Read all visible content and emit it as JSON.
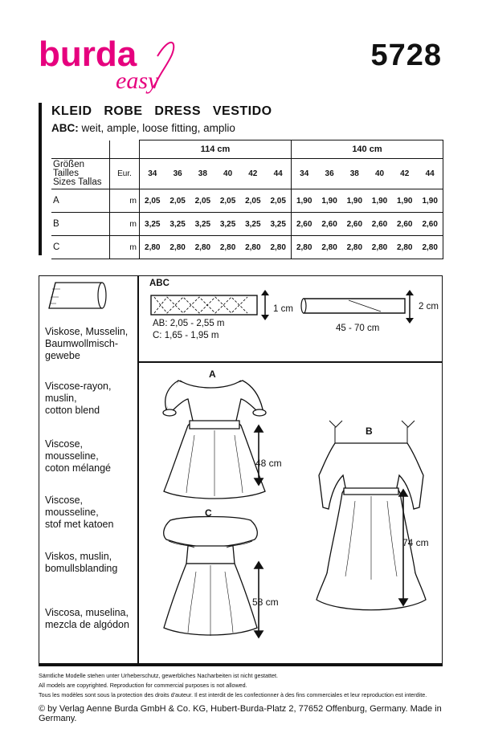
{
  "header": {
    "brand": "burda",
    "brand_sub": "easy",
    "pattern_number": "5728",
    "title": "KLEID   ROBE   DRESS   VESTIDO",
    "fit_label": "ABC:",
    "fit_text": "weit, ample, loose fitting, amplio"
  },
  "table": {
    "width_headers": [
      "114 cm",
      "140 cm"
    ],
    "size_label_lines": [
      "Größen Tailles",
      "Sizes  Tallas"
    ],
    "eur_label": "Eur.",
    "sizes": [
      "34",
      "36",
      "38",
      "40",
      "42",
      "44",
      "34",
      "36",
      "38",
      "40",
      "42",
      "44"
    ],
    "rows": [
      {
        "label": "A",
        "unit": "m",
        "values": [
          "2,05",
          "2,05",
          "2,05",
          "2,05",
          "2,05",
          "2,05",
          "1,90",
          "1,90",
          "1,90",
          "1,90",
          "1,90",
          "1,90"
        ]
      },
      {
        "label": "B",
        "unit": "m",
        "values": [
          "3,25",
          "3,25",
          "3,25",
          "3,25",
          "3,25",
          "3,25",
          "2,60",
          "2,60",
          "2,60",
          "2,60",
          "2,60",
          "2,60"
        ]
      },
      {
        "label": "C",
        "unit": "m",
        "values": [
          "2,80",
          "2,80",
          "2,80",
          "2,80",
          "2,80",
          "2,80",
          "2,80",
          "2,80",
          "2,80",
          "2,80",
          "2,80",
          "2,80"
        ]
      }
    ]
  },
  "fabrics": [
    [
      "Viskose, Musselin,",
      "Baumwollmisch-",
      "gewebe"
    ],
    [
      "Viscose-rayon, muslin,",
      "cotton blend"
    ],
    [
      "Viscose, mousseline,",
      "coton mélangé"
    ],
    [
      "Viscose, mousseline,",
      "stof met katoen"
    ],
    [
      "Viskos, muslin,",
      "bomullsblanding"
    ],
    [
      "Viscosa, muselina,",
      "mezcla de algódon"
    ]
  ],
  "binding": {
    "label": "ABC",
    "ab_length": "AB: 2,05 - 2,55 m",
    "c_length": "C: 1,65 - 1,95 m",
    "width_tape": "1 cm",
    "width_fold": "2 cm",
    "fold_length": "45 - 70 cm"
  },
  "views": {
    "a_label": "A",
    "a_length": "48 cm",
    "b_label": "B",
    "b_length": "74 cm",
    "c_label": "C",
    "c_length": "58 cm"
  },
  "footer": {
    "note_de": "Sämtliche Modelle stehen unter Urheberschutz, gewerbliches Nacharbeiten ist nicht gestattet.",
    "note_en": "All models are copyrighted. Reproduction for commercial purposes is not allowed.",
    "note_fr": "Tous les modèles sont sous la protection des droits d'auteur. Il est interdit de les confectionner à des fins commerciales et leur reproduction est interdite.",
    "copyright": "© by Verlag Aenne Burda GmbH & Co. KG, Hubert-Burda-Platz 2, 77652 Offenburg, Germany. Made in Germany."
  },
  "colors": {
    "brand": "#e6007e",
    "ink": "#111111"
  }
}
